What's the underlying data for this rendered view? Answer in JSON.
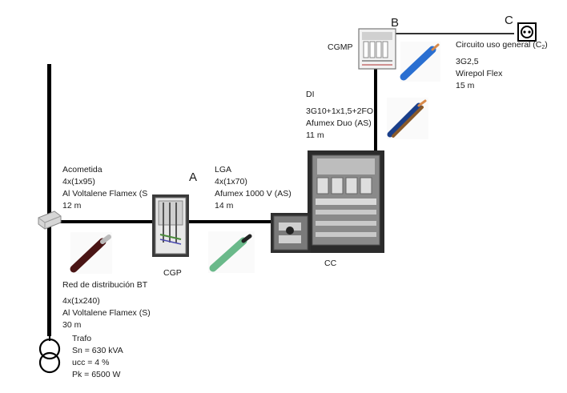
{
  "points": {
    "a": "A",
    "b": "B",
    "c": "C"
  },
  "acometida": {
    "name": "Acometida",
    "spec": "4x(1x95)",
    "cable": "Al Voltalene Flamex (S",
    "length": "12 m"
  },
  "lga": {
    "name": "LGA",
    "spec": "4x(1x70)",
    "cable": "Afumex 1000 V (AS)",
    "length": "14 m"
  },
  "di": {
    "name": "DI",
    "spec": "3G10+1x1,5+2FO",
    "cable": "Afumex Duo (AS)",
    "length": "11 m"
  },
  "circuit": {
    "name_prefix": "Circuito uso general (C",
    "name_sub": "2",
    "name_suffix": ")",
    "spec": "3G2,5",
    "cable": "Wirepol Flex",
    "length": "15 m"
  },
  "red": {
    "name": "Red de distribución BT",
    "spec": "4x(1x240)",
    "cable": "Al Voltalene Flamex (S)",
    "length": "30 m"
  },
  "trafo": {
    "name": "Trafo",
    "sn": "Sn = 630 kVA",
    "ucc": "ucc = 4 %",
    "pk": "Pk = 6500 W"
  },
  "boxes": {
    "cgp": "CGP",
    "cc": "CC",
    "cgmp": "CGMP"
  },
  "colors": {
    "line": "#000000",
    "cable_blue": "#2a6fd1",
    "cable_green": "#6ab98a",
    "cable_red": "#5a1a1a"
  }
}
